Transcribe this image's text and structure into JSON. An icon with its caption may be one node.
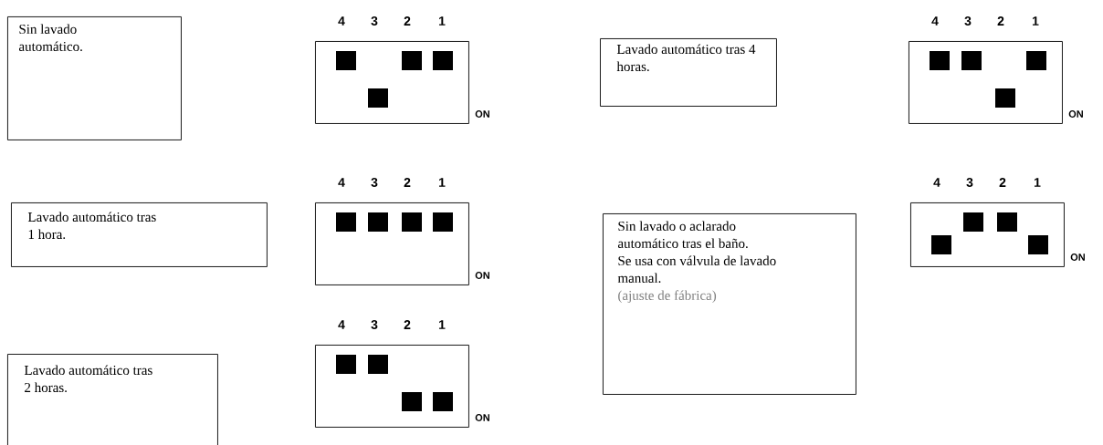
{
  "diagram": {
    "nodes": [
      {
        "text": [
          "Sin lavado automático."
        ]
      },
      {
        "text": [],
        "shape": "box",
        "beside": [
          "ON"
        ]
      },
      {
        "text": [
          "Lavado automático tras 4 horas."
        ]
      },
      {
        "text": [],
        "shape": "box",
        "beside": [
          "ON"
        ]
      },
      {
        "text": [
          "Lavado automático tras 1 hora."
        ]
      },
      {
        "text": [],
        "shape": "box",
        "beside": [
          "ON"
        ]
      },
      {
        "text": [
          "Sin lavado o aclarado automático tras el baño.",
          "Se usa con válvula de lavado manual.",
          "(ajuste de fábrica)"
        ]
      },
      {
        "text": [],
        "shape": "box",
        "beside": [
          "ON"
        ]
      },
      {
        "text": [
          "Lavado automático tras 2 horas."
        ]
      },
      {
        "text": [],
        "shape": "box",
        "beside": [
          "ON"
        ]
      }
    ],
    "labels": [
      "4",
      "3",
      "2",
      "1",
      "4",
      "3",
      "2",
      "1",
      "4",
      "3",
      "2",
      "1",
      "4",
      "3",
      "2",
      "1",
      "4",
      "3",
      "2",
      "1"
    ]
  }
}
